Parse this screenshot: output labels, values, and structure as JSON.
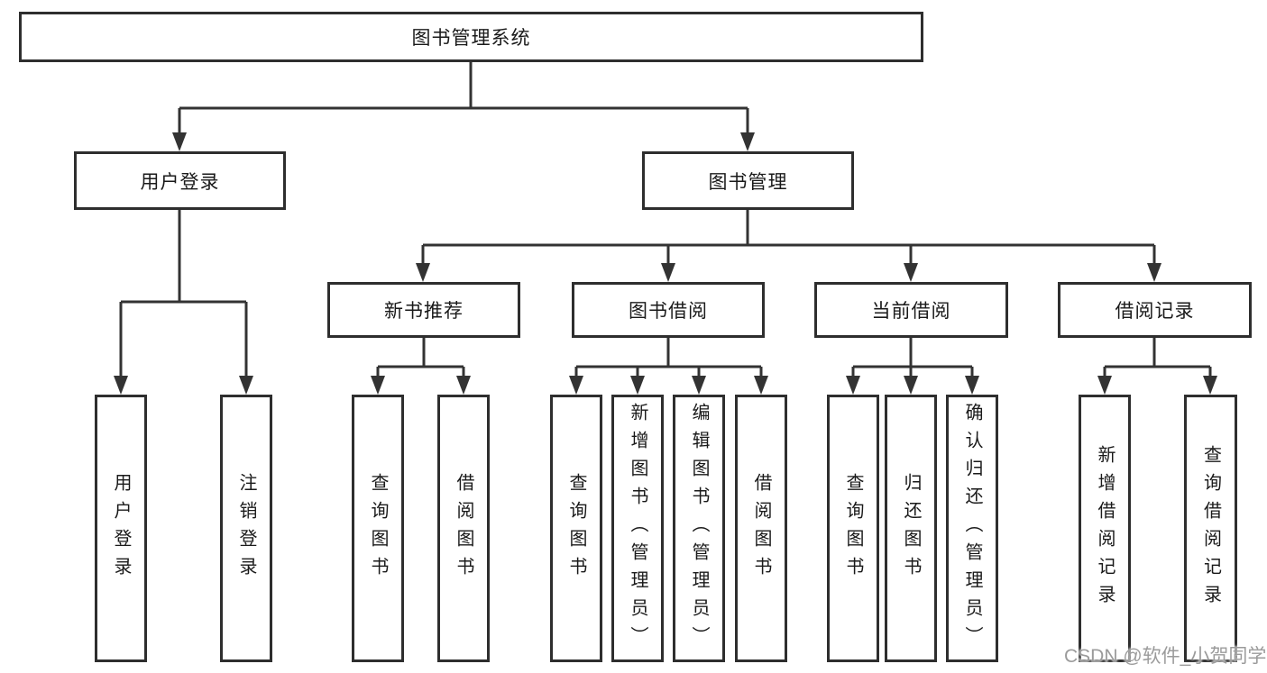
{
  "diagram": {
    "root": {
      "label": "图书管理系统"
    },
    "user_login_branch": {
      "label": "用户登录",
      "children": {
        "login": {
          "label": "用户登录"
        },
        "logout": {
          "label": "注销登录"
        }
      }
    },
    "book_mgmt_branch": {
      "label": "图书管理",
      "children": {
        "new_book_recommend": {
          "label": "新书推荐",
          "children": {
            "query_books": {
              "label": "查询图书"
            },
            "borrow_books": {
              "label": "借阅图书"
            }
          }
        },
        "book_borrowing": {
          "label": "图书借阅",
          "children": {
            "query_books": {
              "label": "查询图书"
            },
            "add_books": {
              "label": "新增图书（管理员）"
            },
            "edit_books": {
              "label": "编辑图书（管理员）"
            },
            "borrow_books": {
              "label": "借阅图书"
            }
          }
        },
        "current_borrowing": {
          "label": "当前借阅",
          "children": {
            "query_books": {
              "label": "查询图书"
            },
            "return_books": {
              "label": "归还图书"
            },
            "confirm_return": {
              "label": "确认归还（管理员）"
            }
          }
        },
        "borrowing_records": {
          "label": "借阅记录",
          "children": {
            "add_record": {
              "label": "新增借阅记录"
            },
            "query_record": {
              "label": "查询借阅记录"
            }
          }
        }
      }
    }
  },
  "watermark": {
    "text": "CSDN @软件_小贺同学",
    "color": "#9b9b9b"
  },
  "colors": {
    "line": "#333333",
    "box_border": "#2e2e2e",
    "text": "#1a1a1a",
    "background": "#ffffff"
  }
}
